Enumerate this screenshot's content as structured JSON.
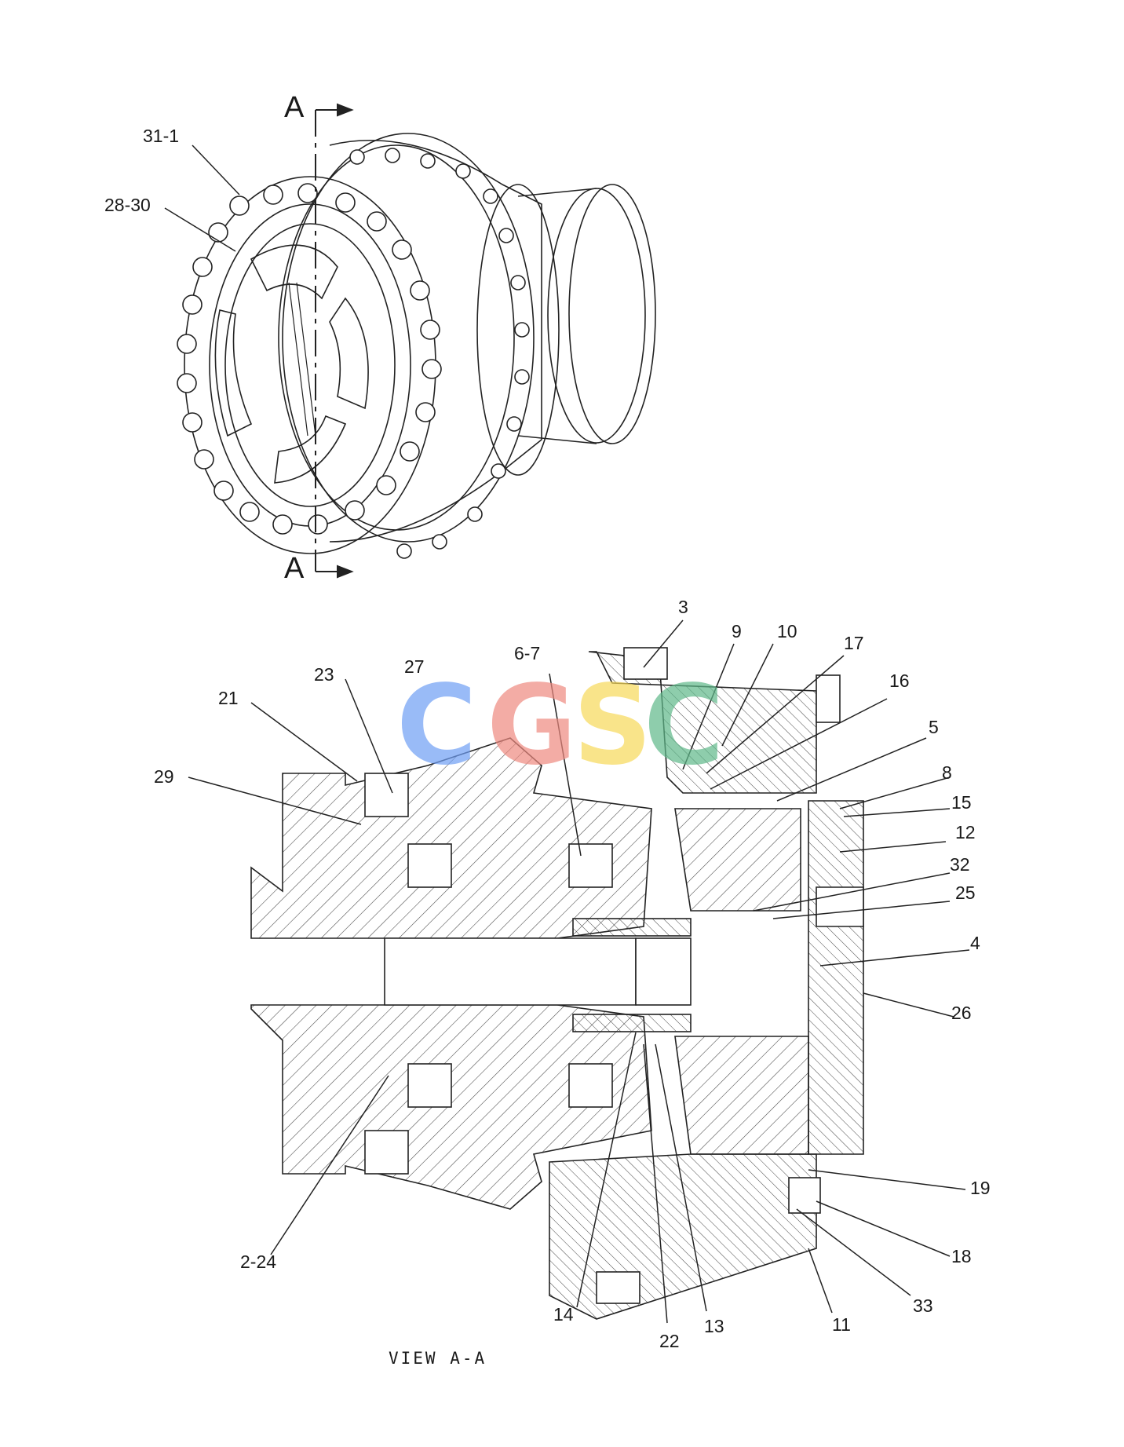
{
  "section_marker": {
    "top_letter": "A",
    "bottom_letter": "A"
  },
  "view_caption": "VIEW  A-A",
  "watermark": {
    "letters": [
      "C",
      "G",
      "S",
      "C"
    ],
    "colors": [
      "#6f9ff5",
      "#ef8a80",
      "#f7d95a",
      "#5fb98a"
    ]
  },
  "callouts": {
    "c31_1": "31-1",
    "c28_30": "28-30",
    "c3": "3",
    "c9": "9",
    "c10": "10",
    "c17": "17",
    "c16": "16",
    "c5": "5",
    "c8": "8",
    "c15": "15",
    "c12": "12",
    "c32": "32",
    "c25": "25",
    "c4": "4",
    "c26": "26",
    "c27": "27",
    "c6_7": "6-7",
    "c23": "23",
    "c21": "21",
    "c29": "29",
    "c19": "19",
    "c18": "18",
    "c33": "33",
    "c11": "11",
    "c13": "13",
    "c22": "22",
    "c14": "14",
    "c2_24": "2-24"
  }
}
